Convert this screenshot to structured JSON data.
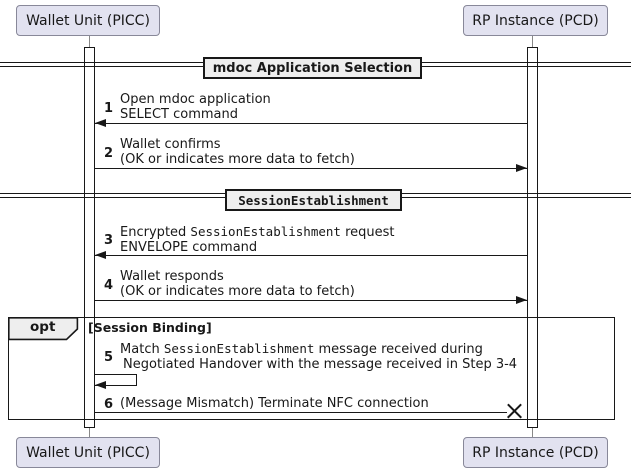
{
  "participants": {
    "wallet": "Wallet Unit (PICC)",
    "rp": "RP Instance (PCD)"
  },
  "dividers": {
    "app_selection": "mdoc Application Selection",
    "session_establishment": "SessionEstablishment"
  },
  "opt": {
    "operator": "opt",
    "guard": "[Session Binding]"
  },
  "messages": {
    "m1": {
      "num": "1",
      "l1": "Open mdoc application",
      "l2": "SELECT command",
      "direction": "rp-to-wallet"
    },
    "m2": {
      "num": "2",
      "l1": "Wallet confirms",
      "l2": "(OK or indicates more data to fetch)",
      "direction": "wallet-to-rp"
    },
    "m3": {
      "num": "3",
      "l1a": "Encrypted ",
      "l1b": "SessionEstablishment",
      "l1c": " request",
      "l2": "ENVELOPE command",
      "direction": "rp-to-wallet"
    },
    "m4": {
      "num": "4",
      "l1": "Wallet responds",
      "l2": "(OK or indicates more data to fetch)",
      "direction": "wallet-to-rp"
    },
    "m5": {
      "num": "5",
      "l1a": "Match ",
      "l1b": "SessionEstablishment",
      "l1c": " message received during",
      "l2": "Negotiated Handover with the message received in Step 3-4",
      "direction": "self"
    },
    "m6": {
      "num": "6",
      "l1": "(Message Mismatch) Terminate NFC connection",
      "direction": "wallet-to-rp-lost"
    }
  },
  "colors": {
    "participant_fill": "#E2E2F0",
    "participant_border": "#888899",
    "divider_fill": "#EEEEEE",
    "line": "#181818",
    "lifeline": "#888888",
    "background": "#FFFFFF"
  }
}
